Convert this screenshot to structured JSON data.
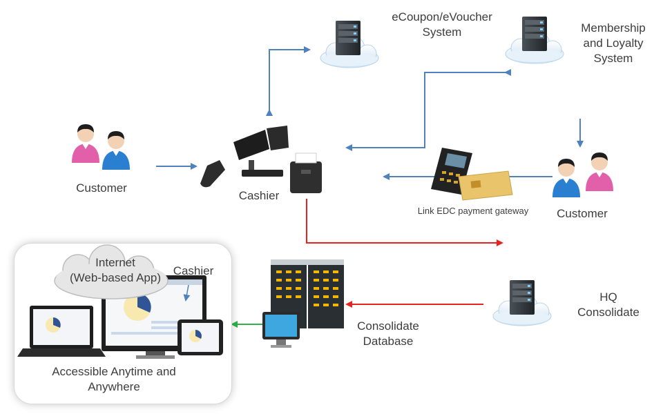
{
  "labels": {
    "customer_left": "Customer",
    "cashier": "Cashier",
    "ecoupon": "eCoupon/eVoucher\nSystem",
    "membership": "Membership\nand Loyalty\nSystem",
    "customer_right": "Customer",
    "edc": "Link EDC payment gateway",
    "hq": "HQ\nConsolidate",
    "database": "Consolidate\nDatabase",
    "internet": "Internet\n(Web-based App)",
    "cashier_web": "Cashier",
    "accessible": "Accessible Anytime and\nAnywhere"
  },
  "colors": {
    "blue_arrow": "#4f81bd",
    "red_arrow": "#e8231f",
    "green_arrow": "#2eb34a",
    "cloud": "#dcebf7",
    "server": "#2e3438",
    "person_pink": "#e25fa9",
    "person_blue": "#2a7fd0"
  },
  "icons": [
    "person-icon",
    "pos-terminal-icon",
    "barcode-scanner-icon",
    "receipt-printer-icon",
    "server-cloud-icon",
    "edc-terminal-icon",
    "credit-card-icon",
    "server-rack-icon",
    "monitor-icon",
    "laptop-icon",
    "tablet-icon",
    "cloud-icon"
  ]
}
